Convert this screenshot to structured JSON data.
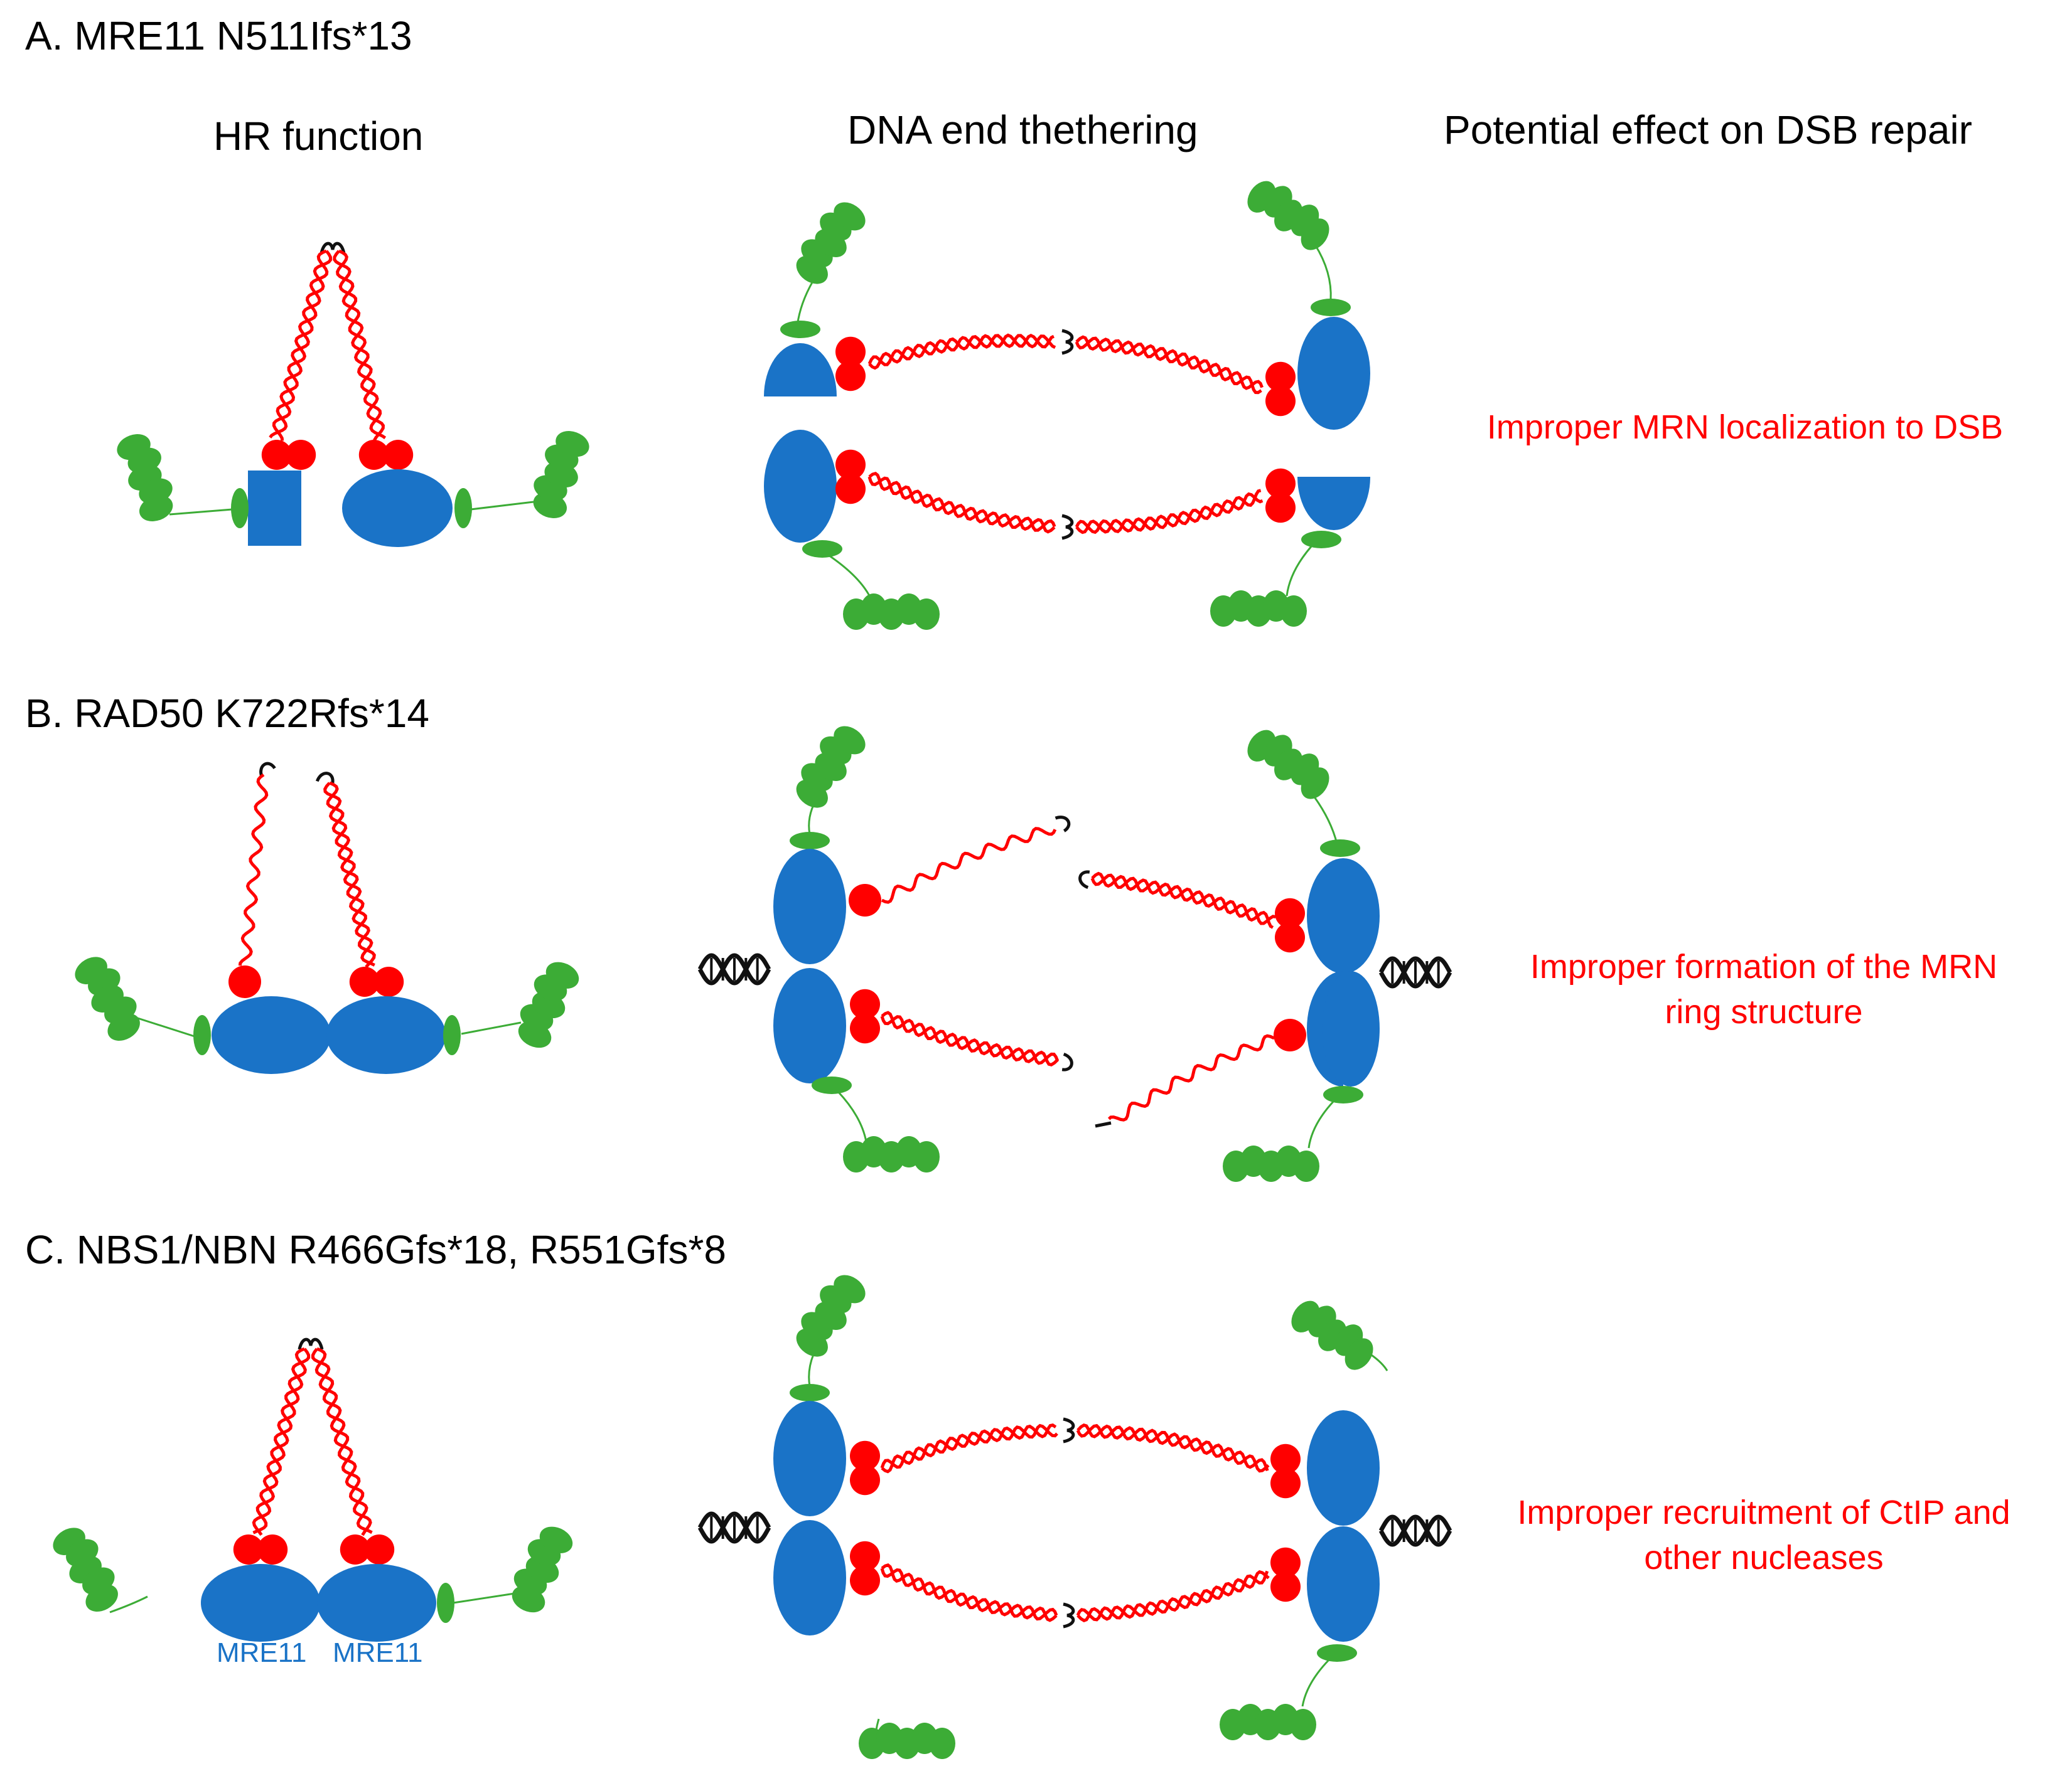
{
  "panels": [
    {
      "id": "A",
      "title": "A. MRE11 N511Ifs*13",
      "effect": [
        "Improper MRN localization to DSB"
      ]
    },
    {
      "id": "B",
      "title": "B. RAD50 K722Rfs*14",
      "effect": [
        "Improper formation of the MRN",
        "ring structure"
      ]
    },
    {
      "id": "C",
      "title": "C. NBS1/NBN R466Gfs*18, R551Gfs*8",
      "effect": [
        "Improper recruitment of CtIP and",
        "other nucleases"
      ]
    }
  ],
  "columns": {
    "hr": "HR function",
    "tethering": "DNA end thethering",
    "effect": "Potential effect on DSB repair"
  },
  "mre11_labels": [
    "MRE11",
    "MRE11"
  ],
  "colors": {
    "mre11": "#1a73c7",
    "rad50": "#ff0000",
    "nbs1": "#3cac36",
    "dna": "#111111",
    "effect_text": "#ff0000"
  }
}
